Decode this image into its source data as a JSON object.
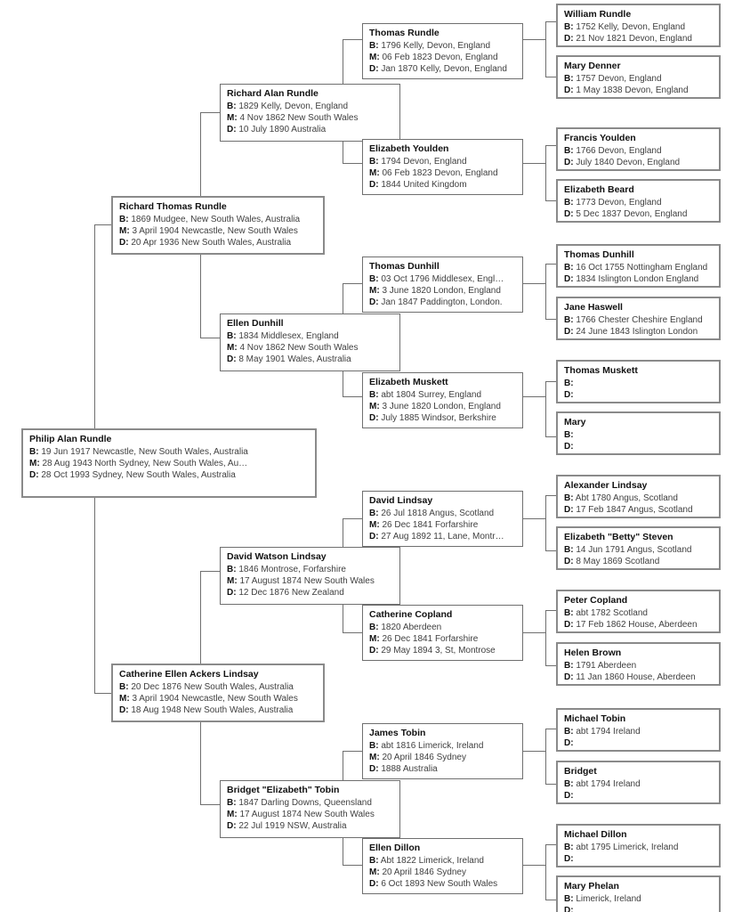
{
  "chart": {
    "type": "genealogy-pedigree-tree",
    "title": "",
    "generations": 4,
    "labels": {
      "birth": "B:",
      "marriage": "M:",
      "death": "D:"
    }
  },
  "people": {
    "root": {
      "name": "Philip Alan Rundle",
      "b": "19 Jun 1917 Newcastle, New South Wales, Australia",
      "m": "28 Aug 1943 North Sydney, New South Wales, Au…",
      "d": "28 Oct 1993 Sydney, New South Wales, Australia"
    },
    "father": {
      "name": "Richard Thomas Rundle",
      "b": "1869 Mudgee, New South Wales, Australia",
      "m": "3 April 1904 Newcastle, New South Wales",
      "d": "20 Apr 1936 New South Wales, Australia"
    },
    "mother": {
      "name": "Catherine Ellen Ackers Lindsay",
      "b": "20 Dec 1876 New South Wales, Australia",
      "m": "3 April 1904 Newcastle, New South Wales",
      "d": "18 Aug 1948 New South Wales, Australia"
    },
    "pgf": {
      "name": "Richard Alan Rundle",
      "b": "1829 Kelly, Devon, England",
      "m": "4 Nov 1862 New South Wales",
      "d": "10 July 1890 Australia"
    },
    "pgm": {
      "name": "Ellen Dunhill",
      "b": "1834 Middlesex, England",
      "m": "4 Nov 1862 New South Wales",
      "d": "8 May 1901 Wales, Australia"
    },
    "mgf": {
      "name": "David Watson Lindsay",
      "b": "1846 Montrose, Forfarshire",
      "m": "17 August 1874 New South Wales",
      "d": "12 Dec 1876 New Zealand"
    },
    "mgm": {
      "name": "Bridget \"Elizabeth\" Tobin",
      "b": "1847 Darling Downs, Queensland",
      "m": "17 August 1874 New South Wales",
      "d": "22 Jul 1919 NSW, Australia"
    },
    "ggp1": {
      "name": "Thomas Rundle",
      "b": "1796 Kelly, Devon, England",
      "m": "06 Feb 1823 Devon, England",
      "d": "Jan 1870 Kelly, Devon, England"
    },
    "ggp2": {
      "name": "Elizabeth Youlden",
      "b": "1794 Devon, England",
      "m": "06 Feb 1823 Devon, England",
      "d": " 1844 United Kingdom"
    },
    "ggp3": {
      "name": "Thomas Dunhill",
      "b": "03 Oct 1796 Middlesex, Engl…",
      "m": "3 June 1820 London, England",
      "d": "Jan 1847 Paddington, London."
    },
    "ggp4": {
      "name": "Elizabeth Muskett",
      "b": "abt 1804 Surrey, England",
      "m": "3 June 1820 London, England",
      "d": "July 1885 Windsor, Berkshire"
    },
    "ggp5": {
      "name": "David Lindsay",
      "b": "26 Jul 1818 Angus, Scotland",
      "m": "26 Dec 1841 Forfarshire",
      "d": "27 Aug 1892 11, Lane, Montr…"
    },
    "ggp6": {
      "name": "Catherine Copland",
      "b": "1820 Aberdeen",
      "m": "26 Dec 1841 Forfarshire",
      "d": "29 May 1894 3, St, Montrose"
    },
    "ggp7": {
      "name": "James Tobin",
      "b": "abt 1816 Limerick, Ireland",
      "m": "20 April 1846 Sydney",
      "d": "1888 Australia"
    },
    "ggp8": {
      "name": "Ellen Dillon",
      "b": "Abt 1822 Limerick, Ireland",
      "m": "20 April 1846 Sydney",
      "d": "6 Oct 1893 New South Wales"
    },
    "gg1": {
      "name": "William Rundle",
      "b": "1752 Kelly, Devon, England",
      "d": "21 Nov 1821 Devon, England"
    },
    "gg2": {
      "name": "Mary Denner",
      "b": "1757 Devon, England",
      "d": "1 May 1838 Devon, England"
    },
    "gg3": {
      "name": "Francis Youlden",
      "b": "1766 Devon, England",
      "d": "July 1840 Devon, England"
    },
    "gg4": {
      "name": "Elizabeth Beard",
      "b": "1773 Devon, England",
      "d": "5 Dec 1837 Devon, England"
    },
    "gg5": {
      "name": "Thomas Dunhill",
      "b": "16 Oct 1755 Nottingham England",
      "d": "1834 Islington London England"
    },
    "gg6": {
      "name": "Jane Haswell",
      "b": "1766 Chester Cheshire England",
      "d": "24 June 1843 Islington London"
    },
    "gg7": {
      "name": "Thomas Muskett",
      "b": "",
      "d": ""
    },
    "gg8": {
      "name": "Mary",
      "b": "",
      "d": ""
    },
    "gg9": {
      "name": "Alexander Lindsay",
      "b": "Abt 1780 Angus, Scotland",
      "d": "17 Feb 1847 Angus, Scotland"
    },
    "gg10": {
      "name": "Elizabeth \"Betty\" Steven",
      "b": "14 Jun 1791 Angus, Scotland",
      "d": "8 May 1869 Scotland"
    },
    "gg11": {
      "name": "Peter Copland",
      "b": "abt 1782 Scotland",
      "d": "17 Feb 1862 House, Aberdeen"
    },
    "gg12": {
      "name": "Helen Brown",
      "b": "1791 Aberdeen",
      "d": "11 Jan 1860 House, Aberdeen"
    },
    "gg13": {
      "name": "Michael Tobin",
      "b": "abt 1794 Ireland",
      "d": ""
    },
    "gg14": {
      "name": "Bridget",
      "b": "abt 1794 Ireland",
      "d": ""
    },
    "gg15": {
      "name": "Michael Dillon",
      "b": "abt 1795 Limerick, Ireland",
      "d": ""
    },
    "gg16": {
      "name": "Mary Phelan",
      "b": "Limerick, Ireland",
      "d": ""
    }
  }
}
